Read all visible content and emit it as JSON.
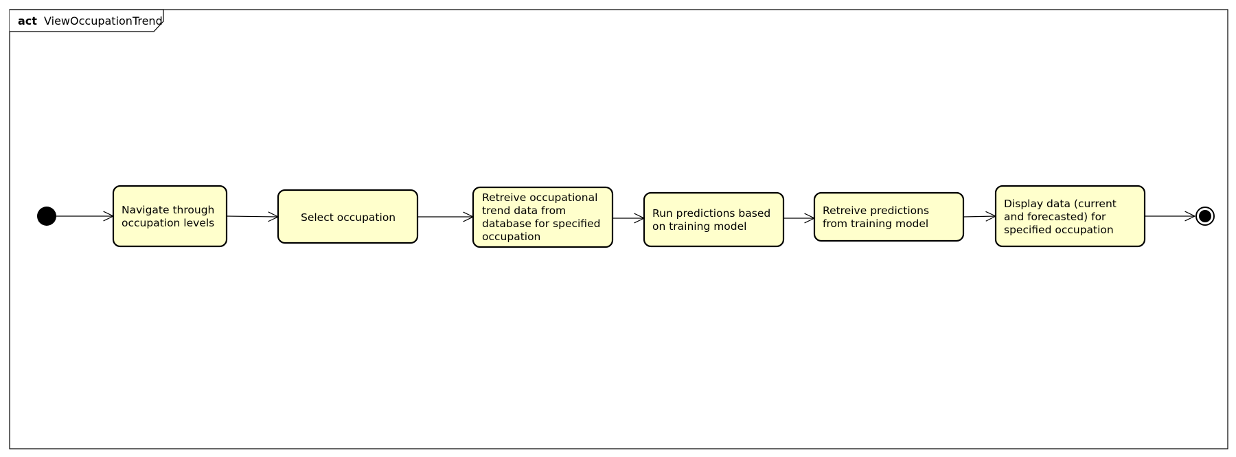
{
  "diagram": {
    "frame": {
      "keyword": "act",
      "name": "ViewOccupationTrend"
    },
    "colors": {
      "action_fill": "#FFFFCC",
      "stroke": "#000000",
      "background": "#FFFFFF"
    },
    "nodes": [
      {
        "id": "initial",
        "kind": "initial-node"
      },
      {
        "id": "a1",
        "kind": "action",
        "lines": [
          "Navigate through",
          "occupation levels"
        ]
      },
      {
        "id": "a2",
        "kind": "action",
        "lines": [
          "Select occupation"
        ]
      },
      {
        "id": "a3",
        "kind": "action",
        "lines": [
          "Retreive occupational",
          "trend data from",
          "database for specified",
          "occupation"
        ]
      },
      {
        "id": "a4",
        "kind": "action",
        "lines": [
          "Run predictions based",
          "on training model"
        ]
      },
      {
        "id": "a5",
        "kind": "action",
        "lines": [
          "Retreive predictions",
          "from training model"
        ]
      },
      {
        "id": "a6",
        "kind": "action",
        "lines": [
          "Display data (current",
          "and forecasted) for",
          "specified occupation"
        ]
      },
      {
        "id": "final",
        "kind": "final-node"
      }
    ],
    "edges": [
      {
        "from": "initial",
        "to": "a1"
      },
      {
        "from": "a1",
        "to": "a2"
      },
      {
        "from": "a2",
        "to": "a3"
      },
      {
        "from": "a3",
        "to": "a4"
      },
      {
        "from": "a4",
        "to": "a5"
      },
      {
        "from": "a5",
        "to": "a6"
      },
      {
        "from": "a6",
        "to": "final"
      }
    ]
  }
}
